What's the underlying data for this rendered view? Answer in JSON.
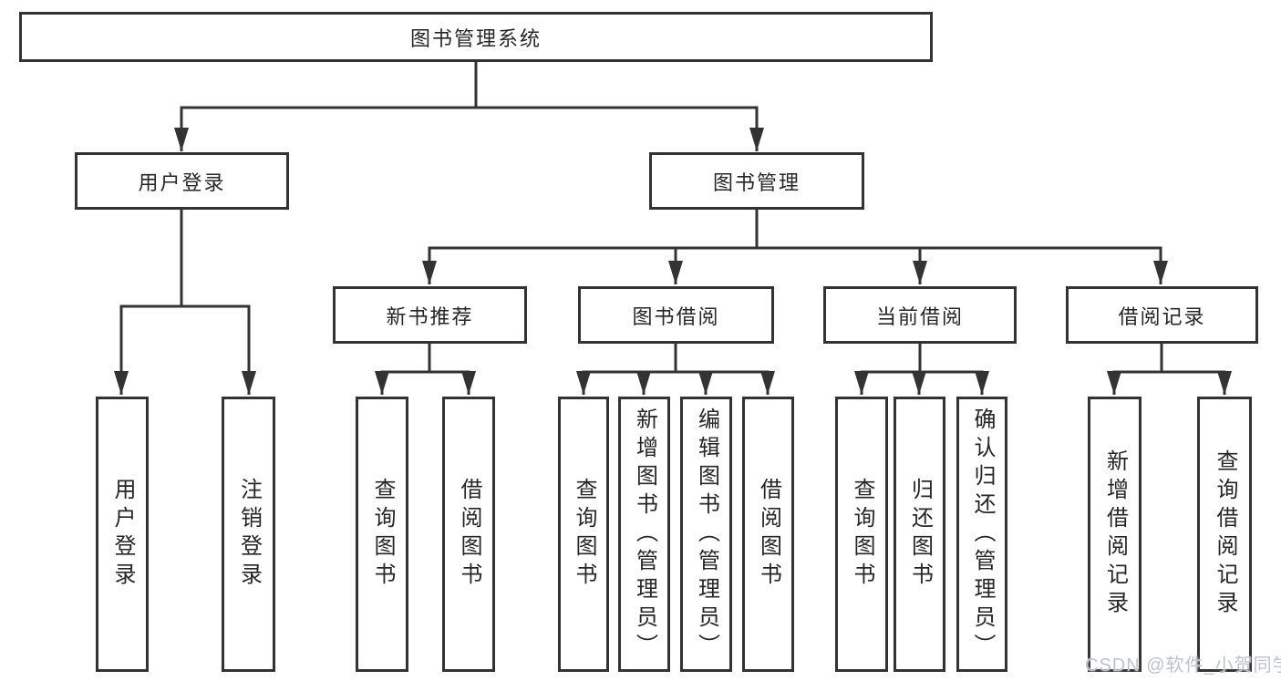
{
  "diagram": {
    "root": "图书管理系统",
    "level1": [
      {
        "label": "用户登录",
        "children": [
          "用户登录",
          "注销登录"
        ]
      },
      {
        "label": "图书管理",
        "sections": [
          {
            "label": "新书推荐",
            "children": [
              "查询图书",
              "借阅图书"
            ]
          },
          {
            "label": "图书借阅",
            "children": [
              "查询图书",
              "新增图书（管理员）",
              "编辑图书（管理员）",
              "借阅图书"
            ]
          },
          {
            "label": "当前借阅",
            "children": [
              "查询图书",
              "归还图书",
              "确认归还（管理员）"
            ]
          },
          {
            "label": "借阅记录",
            "children": [
              "新增借阅记录",
              "查询借阅记录"
            ]
          }
        ]
      }
    ]
  },
  "watermark": "CSDN @软件_小贺同学",
  "colors": {
    "line": "#333333",
    "text": "#262626",
    "background": "#ffffff",
    "watermark": "#bfc2c5"
  }
}
